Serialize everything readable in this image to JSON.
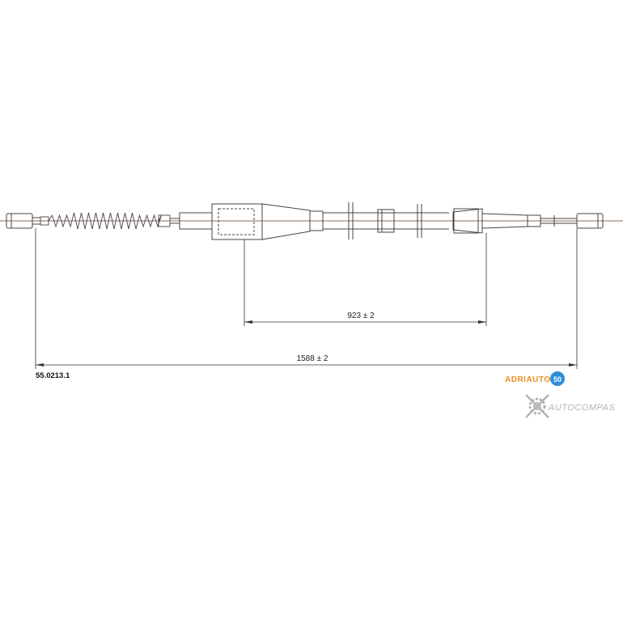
{
  "drawing": {
    "part_number": "55.0213.1",
    "dimensions": [
      {
        "id": "inner",
        "label": "923 ± 2"
      },
      {
        "id": "overall",
        "label": "1588 ± 2"
      }
    ]
  },
  "branding": {
    "manufacturer_logo": "ADRIAUTO",
    "manufacturer_logo_badge": "50",
    "watermark": "AUTOCOMPAS"
  },
  "colors": {
    "line": "#444444",
    "cable_line": "#8a6a5a",
    "dimension_line": "#333333",
    "logo_orange": "#e8901e",
    "logo_blue": "#2a8fd6",
    "watermark_gray": "#9a9a9a"
  }
}
